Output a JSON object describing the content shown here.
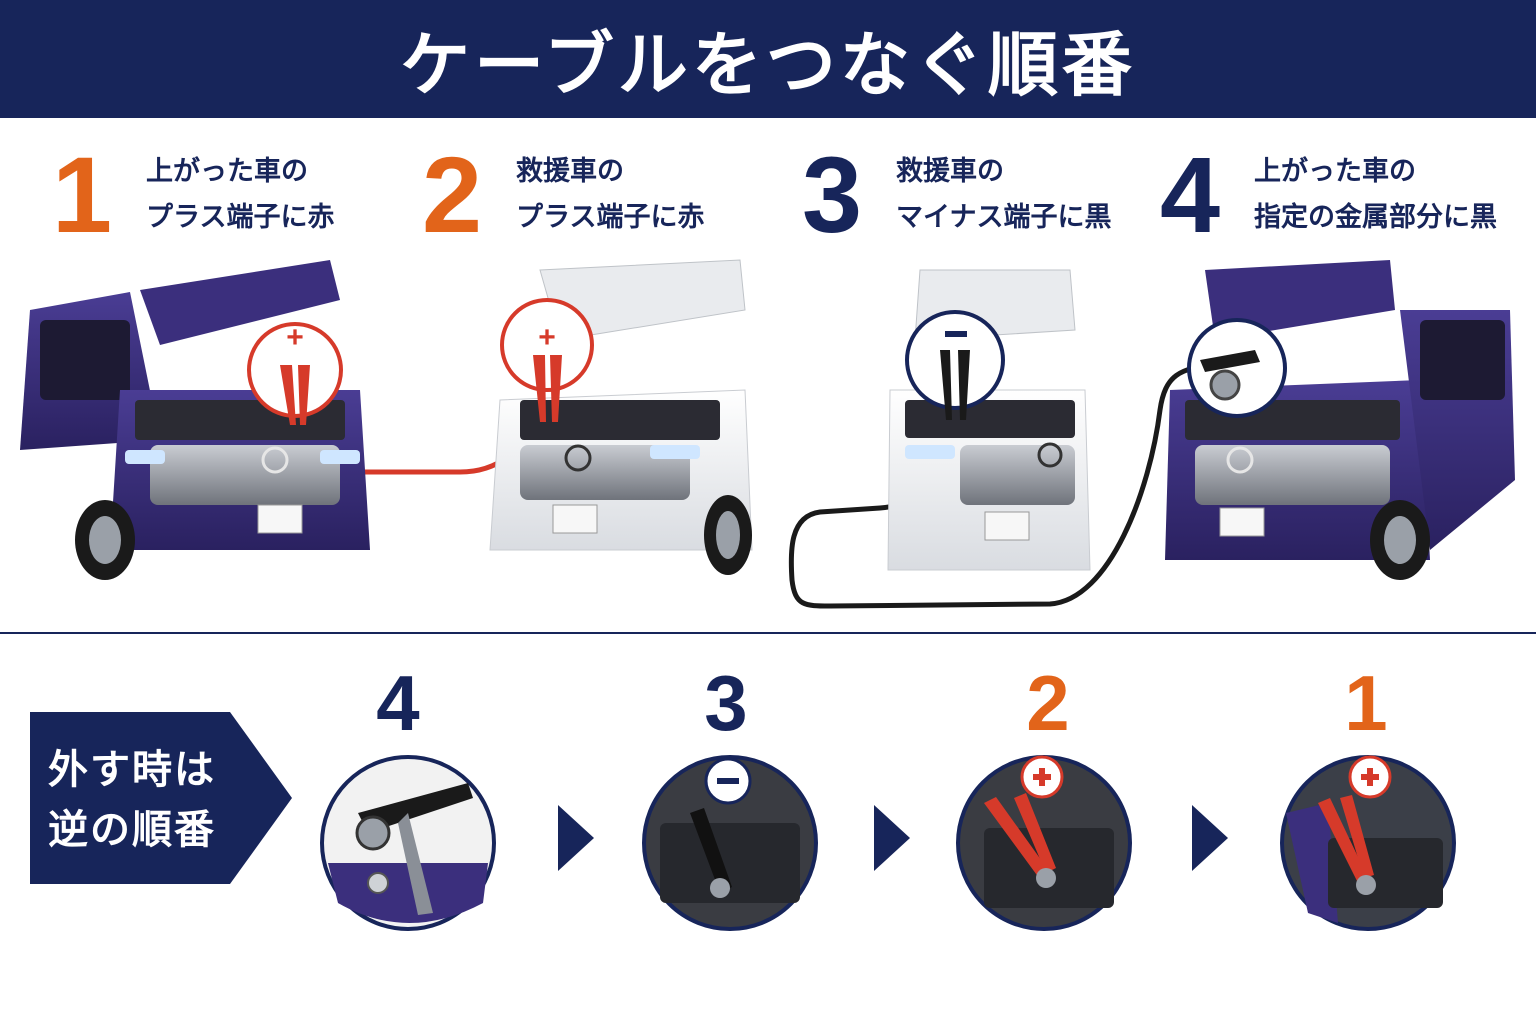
{
  "header": {
    "title": "ケーブルをつなぐ順番"
  },
  "colors": {
    "navy": "#17255a",
    "orange": "#e2641a",
    "red": "#d63a2a",
    "purple_car": "#3b2f7d",
    "white_car": "#f2f3f5"
  },
  "steps": [
    {
      "number": "1",
      "line1": "上がった車の",
      "line2": "プラス端子に赤",
      "color": "orange"
    },
    {
      "number": "2",
      "line1": "救援車の",
      "line2": "プラス端子に赤",
      "color": "orange"
    },
    {
      "number": "3",
      "line1": "救援車の",
      "line2": "マイナス端子に黒",
      "color": "navy"
    },
    {
      "number": "4",
      "line1": "上がった車の",
      "line2": "指定の金属部分に黒",
      "color": "navy"
    }
  ],
  "markers": {
    "plus": "+",
    "minus": "−"
  },
  "removal": {
    "label_line1": "外す時は",
    "label_line2": "逆の順番",
    "order": [
      {
        "number": "4",
        "color": "navy",
        "marker": ""
      },
      {
        "number": "3",
        "color": "navy",
        "marker": "−"
      },
      {
        "number": "2",
        "color": "orange",
        "marker": "+"
      },
      {
        "number": "1",
        "color": "orange",
        "marker": "+"
      }
    ]
  },
  "icons": [
    "purple-car-icon",
    "white-car-icon",
    "red-clamp-icon",
    "black-clamp-icon",
    "chevron-right-icon"
  ]
}
